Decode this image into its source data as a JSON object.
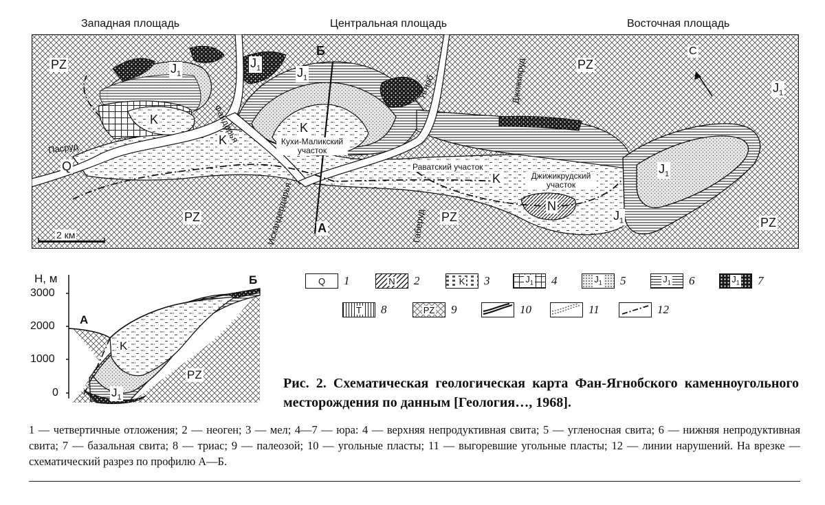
{
  "areas": {
    "west": "Западная площадь",
    "central": "Центральная площадь",
    "east": "Восточная площадь"
  },
  "map_labels": {
    "pz": "PZ",
    "j1": "J",
    "j1_sub": "1",
    "k": "K",
    "q": "Q",
    "n": "N",
    "b": "Б",
    "a": "А",
    "c": "С",
    "kukhi": "Кухи-Маликский участок",
    "ravat": "Раватский участок",
    "dzhizhik": "Джижикрудский участок",
    "rivers": {
      "pasrud": "Пасруд",
      "fandarya": "Фандарья",
      "yagnob": "Ягноб",
      "dzhizhikrud": "Джижикруд",
      "iskanderdarya": "Искандердарья",
      "gaberud": "Габеруд"
    },
    "scale": "2 км"
  },
  "section": {
    "axis_title": "H, м",
    "ticks": [
      "3000",
      "2000",
      "1000",
      "0"
    ],
    "label_a": "А",
    "label_b": "Б",
    "k": "K",
    "pz": "PZ",
    "j1": "J",
    "j1_sub": "1"
  },
  "legend": [
    {
      "num": "1",
      "code": "Q",
      "pattern": "none"
    },
    {
      "num": "2",
      "code": "N",
      "pattern": "diag"
    },
    {
      "num": "3",
      "code": "K",
      "pattern": "dash"
    },
    {
      "num": "4",
      "code": "J1",
      "pattern": "grid"
    },
    {
      "num": "5",
      "code": "J1",
      "pattern": "dots"
    },
    {
      "num": "6",
      "code": "J1",
      "pattern": "hlines"
    },
    {
      "num": "7",
      "code": "J1",
      "pattern": "black"
    },
    {
      "num": "8",
      "code": "T",
      "pattern": "vlines"
    },
    {
      "num": "9",
      "code": "PZ",
      "pattern": "cross"
    },
    {
      "num": "10",
      "code": "",
      "pattern": "coal"
    },
    {
      "num": "11",
      "code": "",
      "pattern": "burnt"
    },
    {
      "num": "12",
      "code": "",
      "pattern": "fault"
    }
  ],
  "caption": "Рис. 2. Схематическая геологическая карта Фан-Ягнобского каменноугольного месторождения по данным [Геология…, 1968].",
  "notes": "1 — четвертичные отложения; 2 — неоген; 3 — мел; 4—7 — юра: 4 — верхняя непродуктивная свита; 5 — угленосная свита; 6 — нижняя непродуктивная свита; 7 — базальная свита; 8 — триас; 9 — палеозой; 10 — угольные пласты; 11 — выгоревшие угольные пласты; 12 — линии нарушений. На врезке — схематический разрез по профилю А—Б."
}
